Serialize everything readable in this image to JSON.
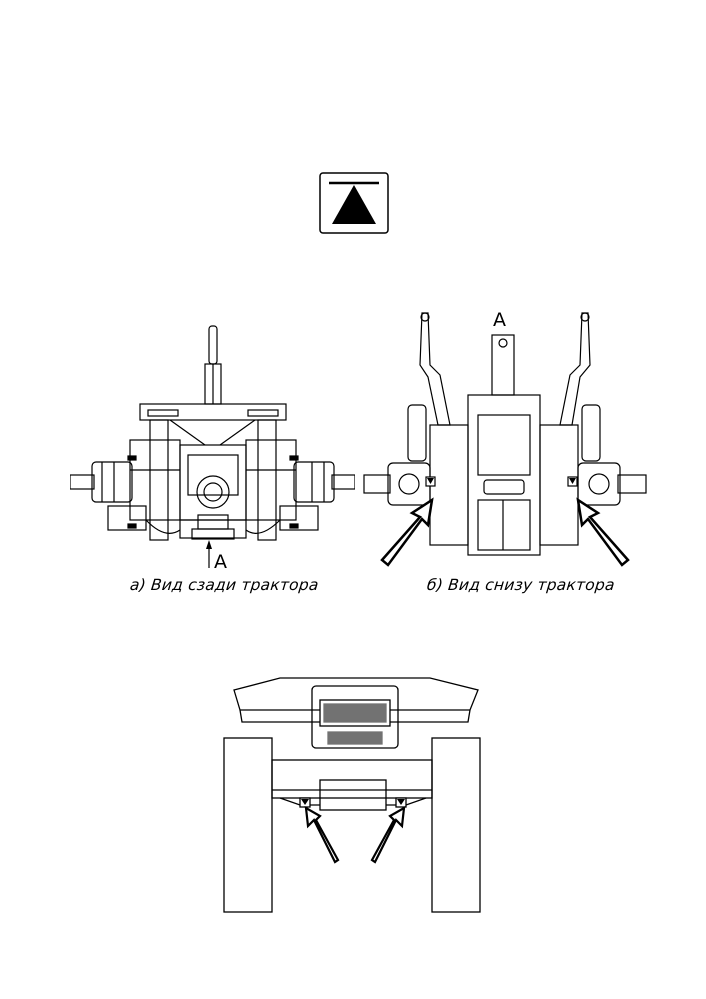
{
  "document": {
    "figures": [
      {
        "id": "a",
        "caption": "а) Вид сзади трактора",
        "view_marker": "A"
      },
      {
        "id": "b",
        "caption": "б) Вид снизу трактора",
        "view_marker": "A"
      },
      {
        "id": "c",
        "caption": ""
      }
    ]
  },
  "icons": {
    "top_symbol": "jack-lift-symbol-icon",
    "jack_point_markers": "triangle-marker-icon",
    "pointer_arrows": "pointer-arrow-icon"
  },
  "colors": {
    "line": "#000000",
    "background": "#ffffff"
  }
}
